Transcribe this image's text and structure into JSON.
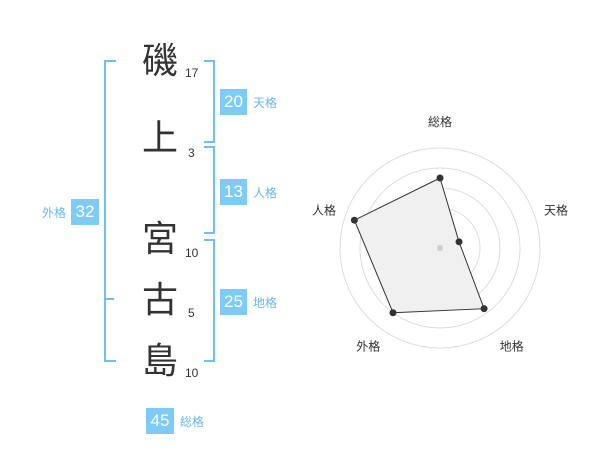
{
  "name": {
    "chars": [
      {
        "char": "磯",
        "strokes": "17"
      },
      {
        "char": "上",
        "strokes": "3"
      },
      {
        "char": "宮",
        "strokes": "10"
      },
      {
        "char": "古",
        "strokes": "5"
      },
      {
        "char": "島",
        "strokes": "10"
      }
    ]
  },
  "kaku": {
    "tenkaku": {
      "value": "20",
      "label": "天格"
    },
    "jinkaku": {
      "value": "13",
      "label": "人格"
    },
    "chikaku": {
      "value": "25",
      "label": "地格"
    },
    "gaikaku": {
      "value": "32",
      "label": "外格"
    },
    "soukaku": {
      "value": "45",
      "label": "総格"
    }
  },
  "colors": {
    "accent": "#7fcbf7",
    "bracket": "#6ec0f5",
    "label": "#68b8ef"
  },
  "chart_data": {
    "type": "radar",
    "axes": [
      "総格",
      "天格",
      "地格",
      "外格",
      "人格"
    ],
    "values": [
      0.7,
      0.2,
      0.75,
      0.8,
      0.9
    ],
    "range": [
      0,
      1
    ],
    "rings": 5
  }
}
